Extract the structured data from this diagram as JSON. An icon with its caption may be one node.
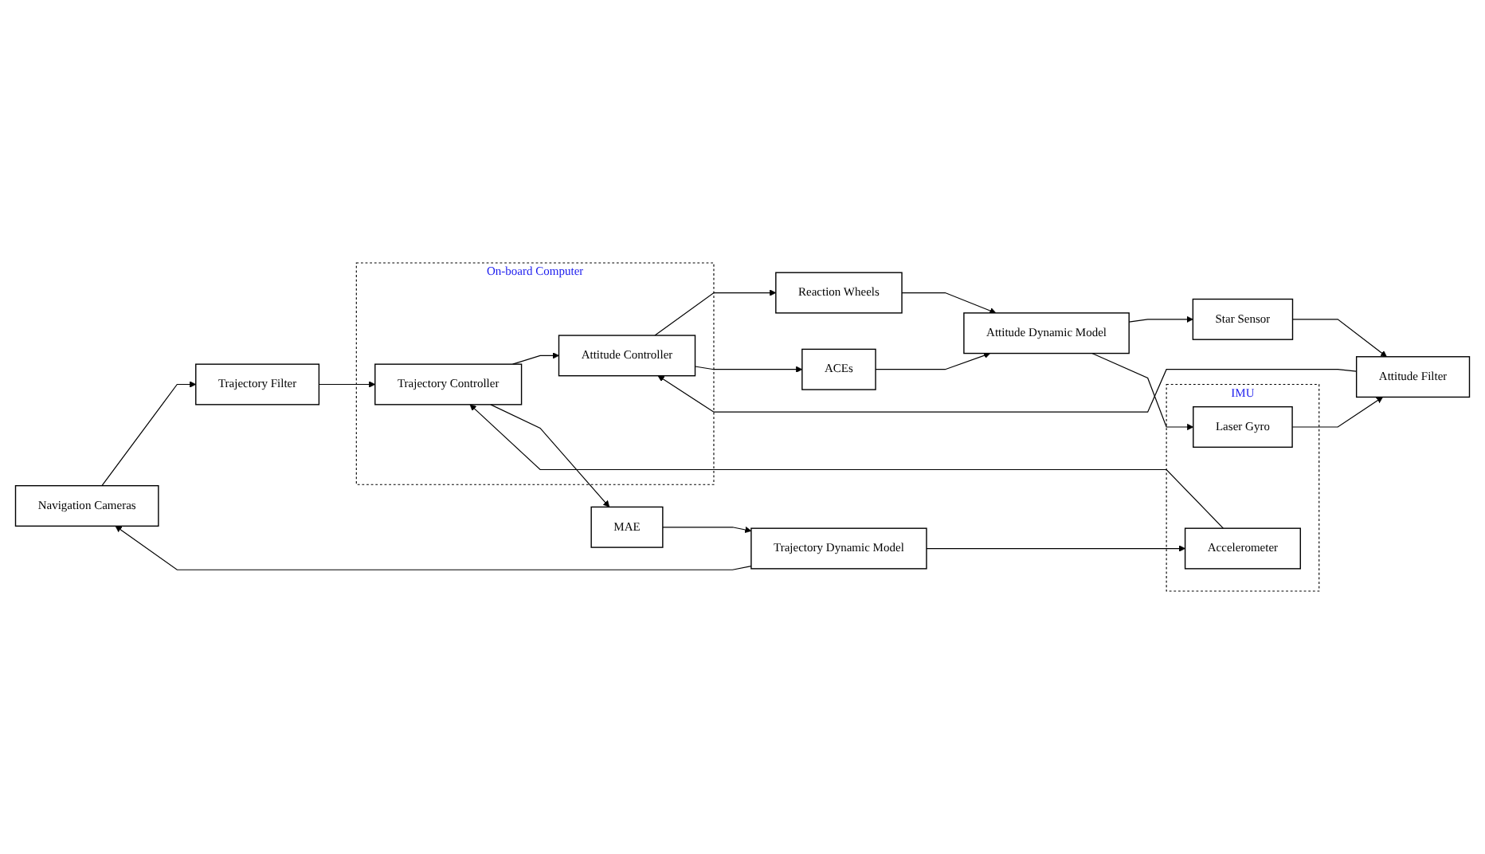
{
  "diagram": {
    "nodes": [
      {
        "text": [
          "Star Sensor"
        ]
      },
      {
        "text": [
          "IMU"
        ]
      },
      {
        "text": [
          "Laser Gyro"
        ],
        "in": 1
      },
      {
        "text": [
          "Accelerometer"
        ],
        "in": 1
      },
      {
        "text": [
          "Navigation Cameras"
        ]
      },
      {
        "text": [
          "Attitude Filter"
        ]
      },
      {
        "text": [
          "Trajectory Filter"
        ]
      },
      {
        "text": [
          "On-board Computer"
        ]
      },
      {
        "text": [
          "Attitude Controller"
        ],
        "in": 7
      },
      {
        "text": [
          "Trajectory Controller"
        ],
        "in": 7
      },
      {
        "text": [
          "Reaction Wheels"
        ]
      },
      {
        "text": [
          "ACEs"
        ]
      },
      {
        "text": [
          "MAE"
        ]
      },
      {
        "text": [
          "Attitude Dynamic Model"
        ]
      },
      {
        "text": [
          "Trajectory Dynamic Model"
        ]
      }
    ],
    "edges": [
      {
        "from": 0,
        "to": 5,
        "arrow": "to"
      },
      {
        "from": 2,
        "to": 5,
        "arrow": "to"
      },
      {
        "from": 5,
        "to": 8,
        "arrow": "to"
      },
      {
        "from": 3,
        "to": 9,
        "arrow": "to"
      },
      {
        "from": 4,
        "to": 6,
        "arrow": "to"
      },
      {
        "from": 6,
        "to": 9,
        "arrow": "to"
      },
      {
        "from": 9,
        "to": 8,
        "arrow": "to"
      },
      {
        "from": 8,
        "to": 10,
        "arrow": "to"
      },
      {
        "from": 8,
        "to": 11,
        "arrow": "to"
      },
      {
        "from": 10,
        "to": 13,
        "arrow": "to"
      },
      {
        "from": 11,
        "to": 13,
        "arrow": "to"
      },
      {
        "from": 9,
        "to": 12,
        "arrow": "to"
      },
      {
        "from": 12,
        "to": 14,
        "arrow": "to"
      },
      {
        "from": 13,
        "to": 0,
        "arrow": "to"
      },
      {
        "from": 13,
        "to": 2,
        "arrow": "to"
      },
      {
        "from": 14,
        "to": 3,
        "arrow": "to"
      },
      {
        "from": 14,
        "to": 4,
        "arrow": "to"
      }
    ]
  }
}
